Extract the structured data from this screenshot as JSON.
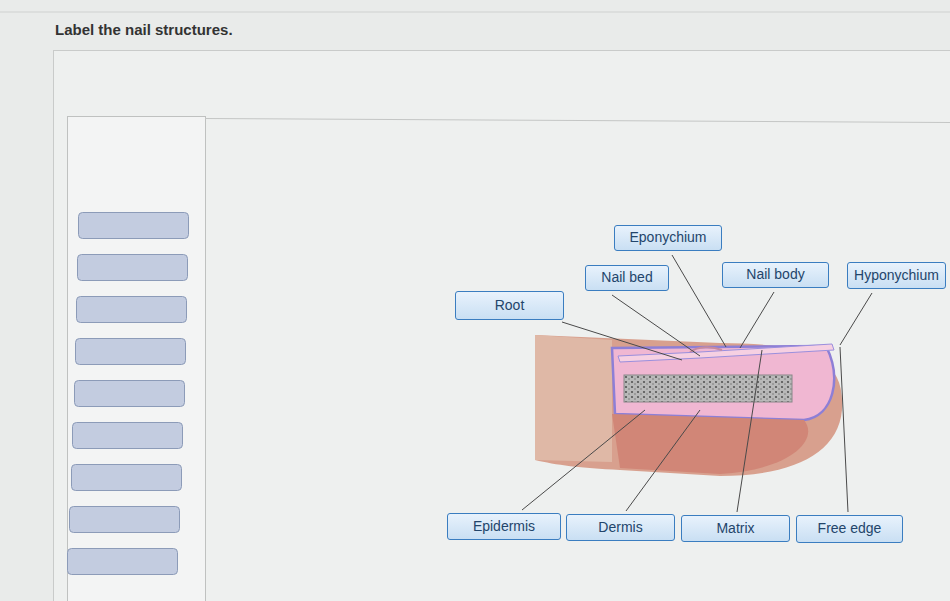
{
  "diagram": {
    "title": "Label the nail structures.",
    "nodes": [
      {
        "text": [
          "Eponychium"
        ]
      },
      {
        "text": [
          "Nail bed"
        ]
      },
      {
        "text": [
          "Nail body"
        ]
      },
      {
        "text": [
          "Hyponychium"
        ]
      },
      {
        "text": [
          "Root"
        ]
      },
      {
        "text": [
          "Epidermis"
        ]
      },
      {
        "text": [
          "Dermis"
        ]
      },
      {
        "text": [
          "Matrix"
        ]
      },
      {
        "text": [
          "Free edge"
        ]
      }
    ]
  }
}
